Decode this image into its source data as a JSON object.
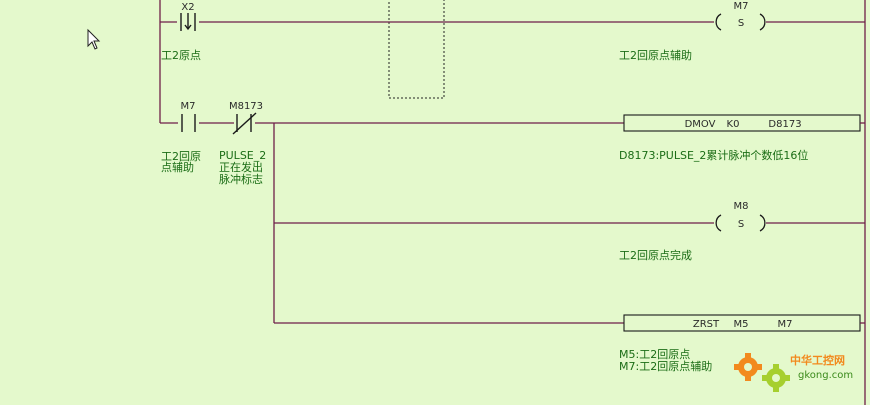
{
  "rungs": [
    {
      "contacts": [
        {
          "address": "X2",
          "comment": [
            "工2原点"
          ],
          "type": "falling-edge"
        }
      ],
      "outputs": [
        {
          "kind": "coil",
          "address": "M7",
          "symbol": "S",
          "comment": [
            "工2回原点辅助"
          ]
        }
      ]
    },
    {
      "contacts": [
        {
          "address": "M7",
          "comment": [
            "工2回原",
            "点辅助"
          ],
          "type": "normally-open"
        },
        {
          "address": "M8173",
          "comment": [
            "PULSE_2",
            "正在发出",
            "脉冲标志"
          ],
          "type": "normally-closed"
        }
      ],
      "outputs": [
        {
          "kind": "instruction",
          "op": "DMOV",
          "arg1": "K0",
          "arg2": "D8173",
          "comment": [
            "D8173:PULSE_2累计脉冲个数低16位"
          ]
        },
        {
          "kind": "coil",
          "address": "M8",
          "symbol": "S",
          "comment": [
            "工2回原点完成"
          ]
        },
        {
          "kind": "instruction",
          "op": "ZRST",
          "arg1": "M5",
          "arg2": "M7",
          "comment": [
            "M5:工2回原点",
            "M7:工2回原点辅助"
          ]
        }
      ]
    }
  ],
  "watermark": {
    "brand": "中华工控网",
    "domain": "gkong.com"
  },
  "colors": {
    "background": "#e4f9cc",
    "wire": "#6e1f48",
    "comment": "#1b6d16"
  },
  "cursor_icon": "arrow-cursor-icon"
}
